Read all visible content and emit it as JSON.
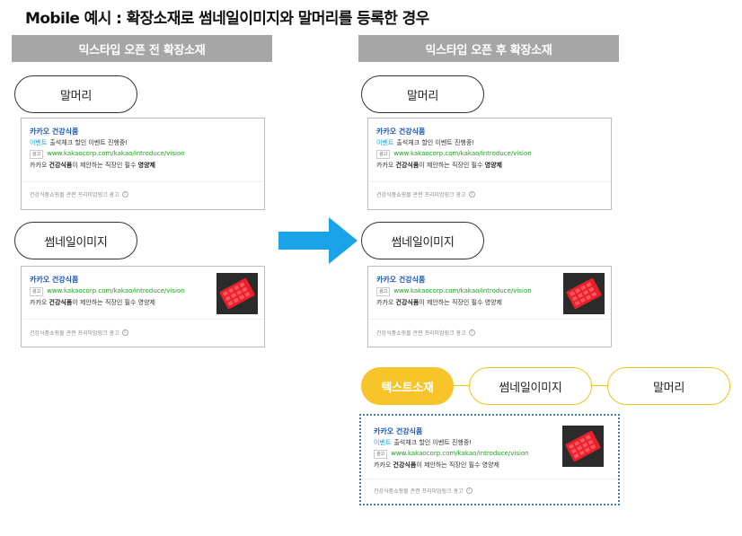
{
  "page": {
    "title": "Mobile 예시 : 확장소재로 썸네일이미지와 말머리를 등록한 경우"
  },
  "left_section": {
    "header": "믹스타입 오픈 전 확장소재",
    "pill_1": "말머리",
    "pill_2": "썸네일이미지"
  },
  "right_section": {
    "header": "믹스타입 오픈 후 확장소재",
    "pill_1": "말머리",
    "pill_2": "썸네일이미지"
  },
  "ad": {
    "title": "카카오 건강식품",
    "event_tag": "이벤트",
    "event_text": "출석체크 할인 이벤트 진행중!",
    "ad_badge": "광고",
    "url": "www.kakaocorp.com/kakao/introduce/vision",
    "desc_prefix": "카카오 ",
    "desc_bold": "건강식품",
    "desc_mid": "이 제안하는 직장인 필수 ",
    "desc_bold2": "영양제",
    "footer": "건강식품쇼핑몰 관련 프리미엄링크 광고",
    "info_icon": "i"
  },
  "tabs": {
    "tab_text": "텍스트소재",
    "tab_thumb": "썸네일이미지",
    "tab_header": "말머리"
  },
  "colors": {
    "header_bg": "#a6a6a6",
    "arrow": "#1ba3e8",
    "tab_active": "#f7c52a",
    "ad_title": "#1b56b5",
    "ad_url": "#20a020",
    "event_tag": "#13a6d8",
    "dotted_border": "#3b7fb8"
  }
}
